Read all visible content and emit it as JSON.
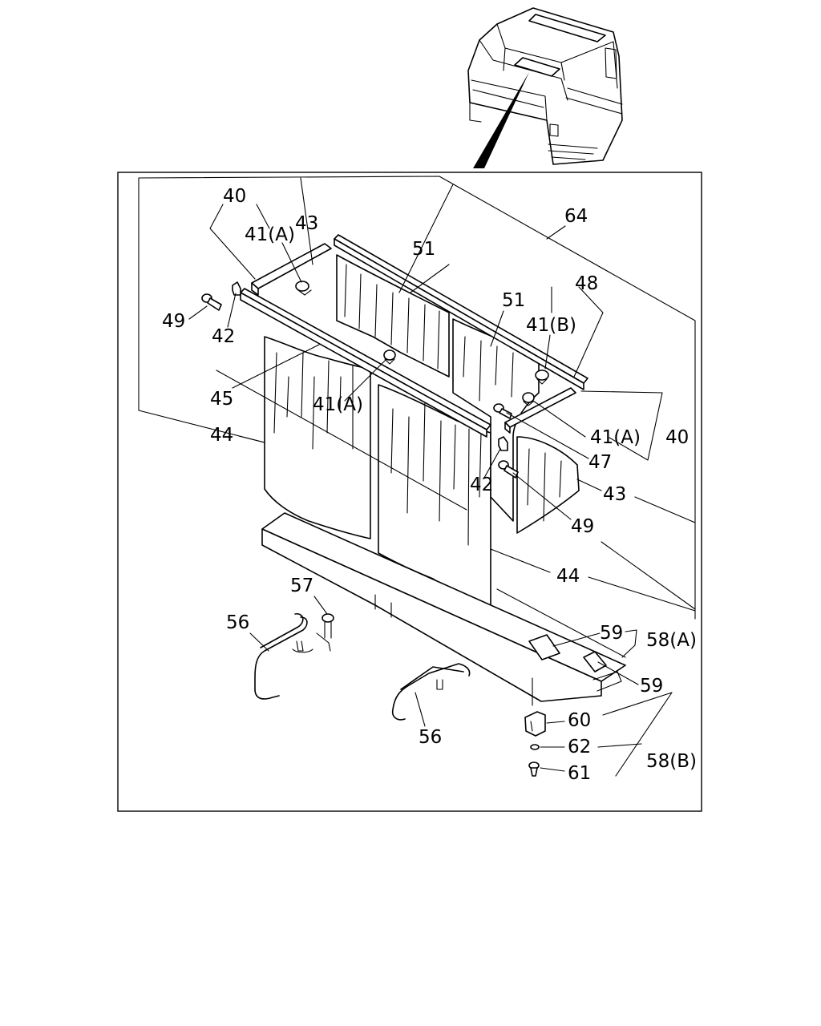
{
  "callouts": {
    "c40a": "40",
    "c41a1": "41(A)",
    "c43a": "43",
    "c51a": "51",
    "c64": "64",
    "c48": "48",
    "c51b": "51",
    "c41b": "41(B)",
    "c49a": "49",
    "c42a": "42",
    "c45": "45",
    "c41a2": "41(A)",
    "c44a": "44",
    "c41a3": "41(A)",
    "c40b": "40",
    "c47": "47",
    "c42b": "42",
    "c43b": "43",
    "c49b": "49",
    "c44b": "44",
    "c57": "57",
    "c56a": "56",
    "c59a": "59",
    "c58a": "58(A)",
    "c59b": "59",
    "c60": "60",
    "c56b": "56",
    "c62": "62",
    "c58b": "58(B)",
    "c61": "61"
  }
}
